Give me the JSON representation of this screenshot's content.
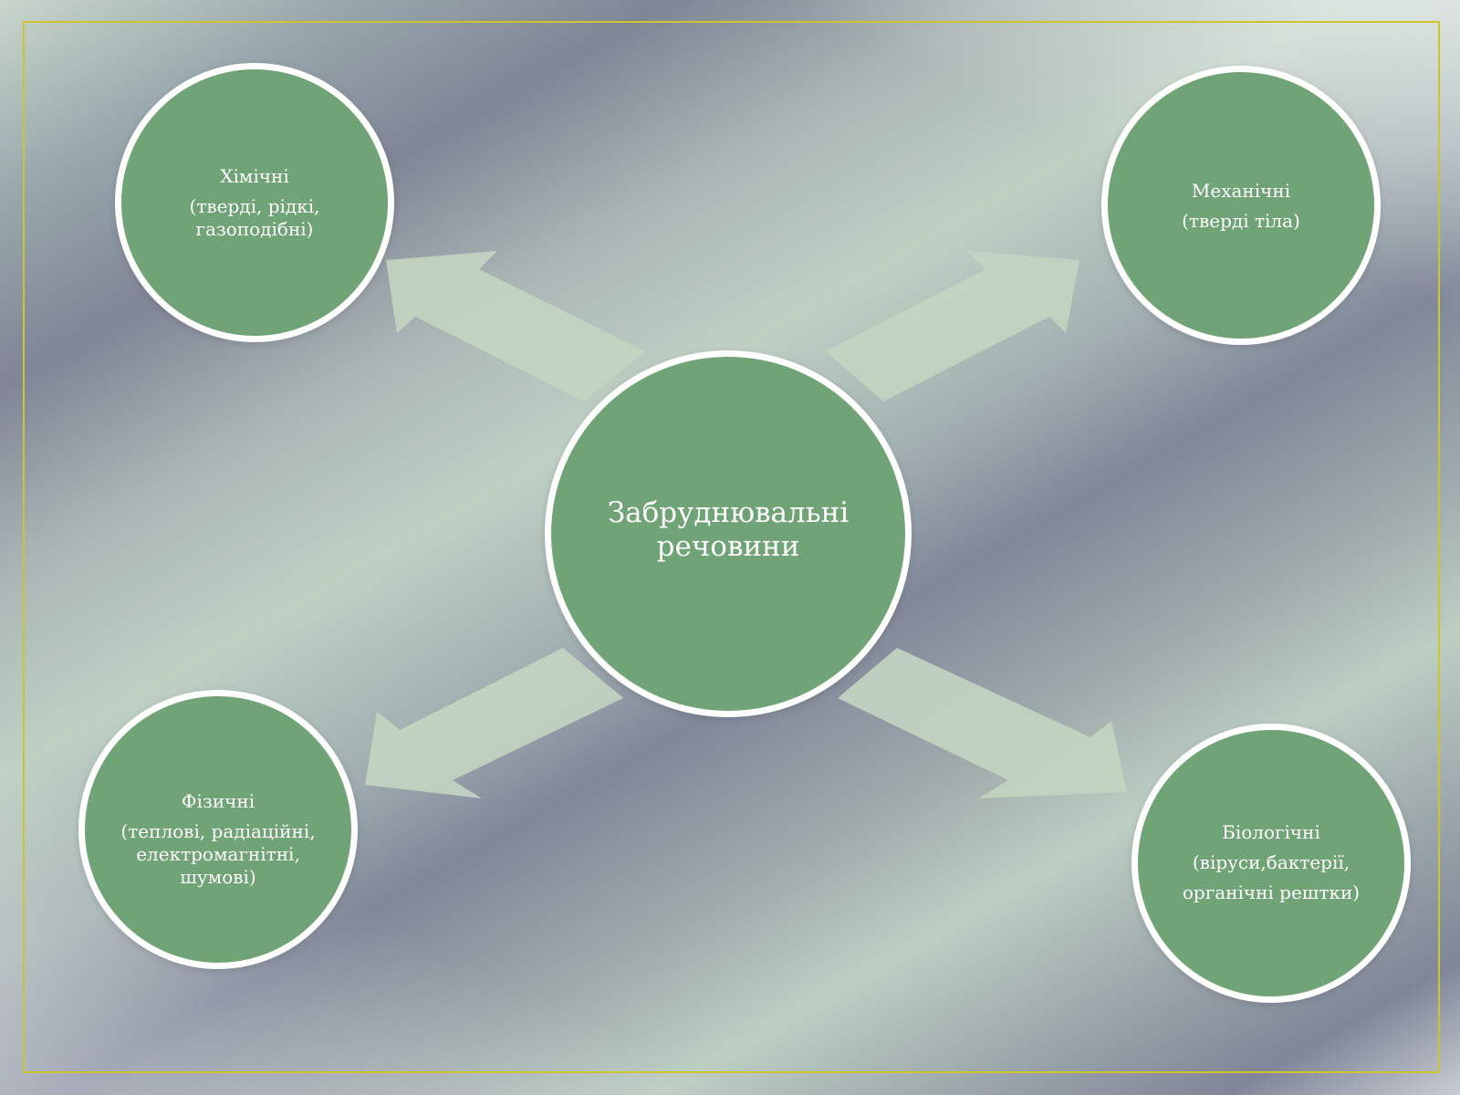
{
  "center": {
    "title": "Забруднювальні речовини"
  },
  "categories": [
    {
      "name": "Хімічні",
      "detail_lines": [
        "(тверді, рідкі,",
        "газоподібні)"
      ]
    },
    {
      "name": "Механічні",
      "detail_lines": [
        "(тверді тіла)"
      ]
    },
    {
      "name": "Фізичні",
      "detail_lines": [
        "(теплові, радіаційні,",
        "електромагнітні,",
        "шумові)"
      ]
    },
    {
      "name": "Біологічні",
      "detail_lines": [
        "(віруси,бактерії,",
        "органічні рештки)"
      ]
    }
  ],
  "colors": {
    "node_fill": "#70a375",
    "node_border": "#ffffff",
    "arrow_fill": "#c2d4c1",
    "frame": "#cdc431"
  }
}
